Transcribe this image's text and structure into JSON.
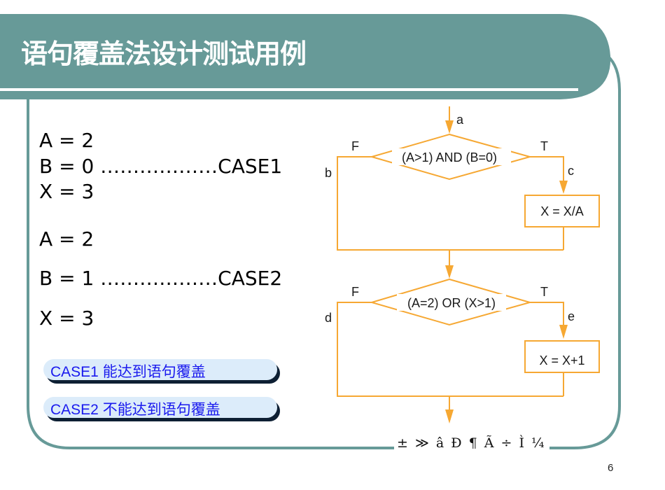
{
  "slide": {
    "title": "语句覆盖法设计测试用例",
    "page_number": "6",
    "footer_garbled_text": "± ≫ â Ð ¶ Ã ÷ Ì ¼"
  },
  "colors": {
    "frame_teal": "#679a98",
    "flow_orange": "#f6a833",
    "note_bg": "#dcecfa",
    "note_text": "#1a1aee",
    "note_shadow": "#0d1f33"
  },
  "test_cases": [
    {
      "name": "CASE1",
      "lines": [
        "A = 2",
        "B = 0 ………………CASE1",
        "X = 3"
      ]
    },
    {
      "name": "CASE2",
      "lines": [
        "A = 2",
        "B = 1 ………………CASE2",
        "X = 3"
      ]
    }
  ],
  "notes": [
    {
      "text": "CASE1  能达到语句覆盖"
    },
    {
      "text": "CASE2  不能达到语句覆盖"
    }
  ],
  "flowchart": {
    "decision1": {
      "text": "(A>1) AND (B=0)",
      "false_label": "F",
      "true_label": "T"
    },
    "process1": {
      "text": "X = X/A"
    },
    "decision2": {
      "text": "(A=2) OR (X>1)",
      "false_label": "F",
      "true_label": "T"
    },
    "process2": {
      "text": "X = X+1"
    },
    "path_labels": {
      "a": "a",
      "b": "b",
      "c": "c",
      "d": "d",
      "e": "e"
    }
  }
}
